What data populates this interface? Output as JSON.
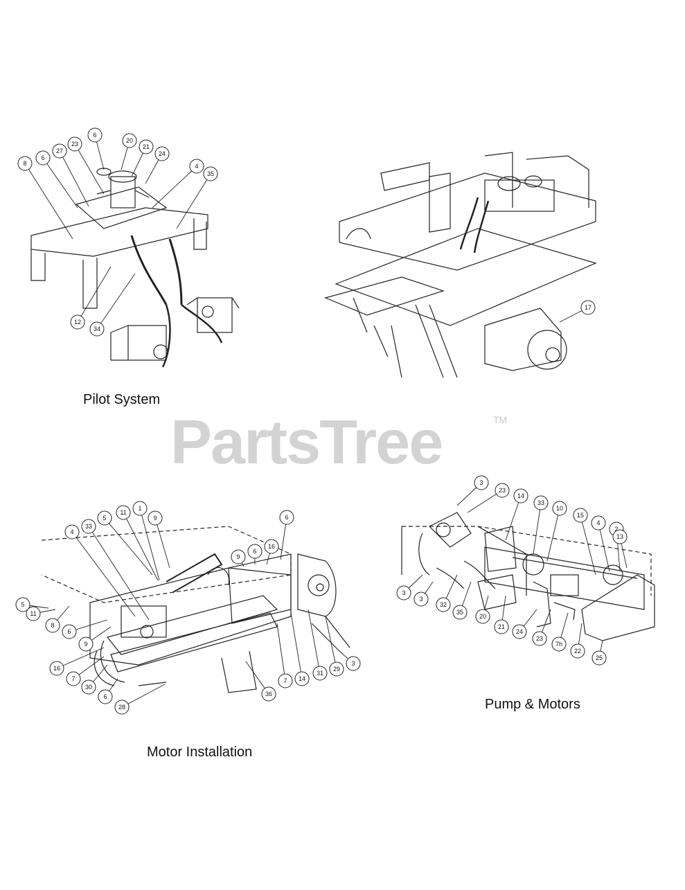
{
  "watermark": {
    "text": "PartsTree",
    "tm": "TM"
  },
  "panels": [
    {
      "id": "pilot",
      "caption": "Pilot System",
      "callouts": [
        "8",
        "6",
        "27",
        "23",
        "6",
        "20",
        "21",
        "24",
        "4",
        "35",
        "12",
        "34"
      ]
    },
    {
      "id": "frame",
      "caption": "",
      "callouts": [
        "17"
      ]
    },
    {
      "id": "motor",
      "caption": "Motor Installation",
      "callouts": [
        "5",
        "11",
        "8",
        "6",
        "9",
        "16",
        "7",
        "30",
        "6",
        "28",
        "4",
        "33",
        "5",
        "11",
        "1",
        "9",
        "9",
        "6",
        "16",
        "6",
        "36",
        "7",
        "14",
        "31",
        "29",
        "3"
      ]
    },
    {
      "id": "pump",
      "caption": "Pump & Motors",
      "callouts": [
        "3",
        "23",
        "14",
        "33",
        "10",
        "15",
        "4",
        "2",
        "13",
        "3",
        "3",
        "32",
        "35",
        "20",
        "21",
        "24",
        "23",
        "7h",
        "22",
        "25"
      ]
    }
  ]
}
